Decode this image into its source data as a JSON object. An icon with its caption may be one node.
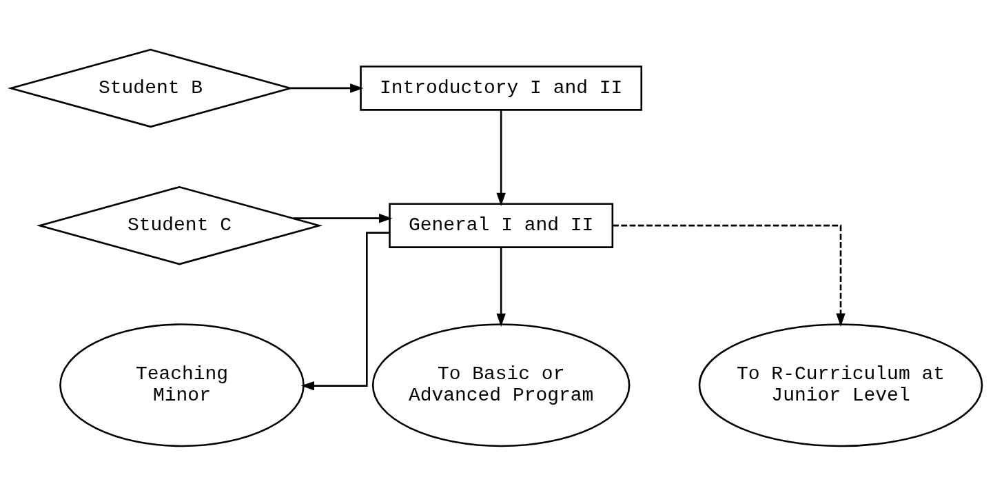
{
  "diagram": {
    "nodes": [
      {
        "text": [
          "Student B"
        ]
      },
      {
        "text": [
          "Introductory I and II"
        ]
      },
      {
        "text": [
          "Student C"
        ]
      },
      {
        "text": [
          "General I and II"
        ]
      },
      {
        "text": [
          "Teaching Minor"
        ]
      },
      {
        "text": [
          "To Basic or Advanced Program"
        ]
      },
      {
        "text": [
          "To R-Curriculum at Junior Level"
        ]
      }
    ],
    "edges": [
      {
        "from": 0,
        "to": 1,
        "arrow": "to"
      },
      {
        "from": 1,
        "to": 3,
        "arrow": "to"
      },
      {
        "from": 2,
        "to": 3,
        "arrow": "to"
      },
      {
        "from": 3,
        "to": 4,
        "arrow": "to"
      },
      {
        "from": 3,
        "to": 5,
        "arrow": "to"
      },
      {
        "from": 3,
        "to": 6,
        "arrow": "to",
        "style": "dashed"
      }
    ]
  }
}
